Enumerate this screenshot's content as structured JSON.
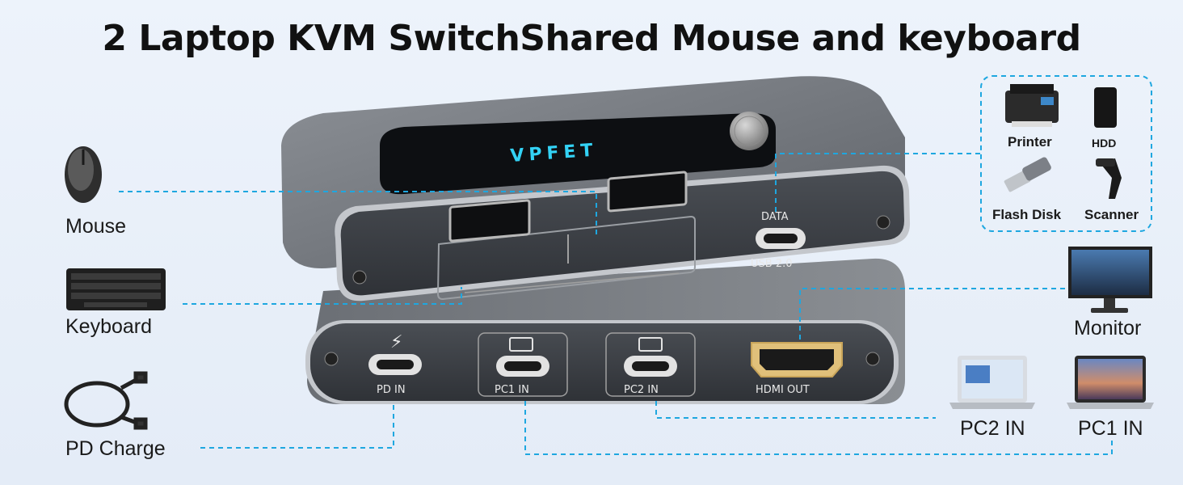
{
  "title": "2 Laptop KVM SwitchShared Mouse and keyboard",
  "brand_logo": "VPFET",
  "peripherals_left": {
    "mouse": "Mouse",
    "keyboard": "Keyboard",
    "pd_charge": "PD Charge"
  },
  "usb_devices": {
    "printer": "Printer",
    "hdd": "HDD",
    "flash_disk": "Flash Disk",
    "scanner": "Scanner"
  },
  "outputs_right": {
    "monitor": "Monitor",
    "pc2_in": "PC2 IN",
    "pc1_in": "PC1 IN"
  },
  "port_labels": {
    "data": "DATA",
    "usb": "USB 2.0",
    "pd_in": "PD IN",
    "pc1_in": "PC1 IN",
    "pc2_in": "PC2 IN",
    "hdmi_out": "HDMI OUT"
  },
  "colors": {
    "connector_line": "#1ea7e0",
    "device_body": "#55595f",
    "logo_glow": "#33d2f5"
  }
}
